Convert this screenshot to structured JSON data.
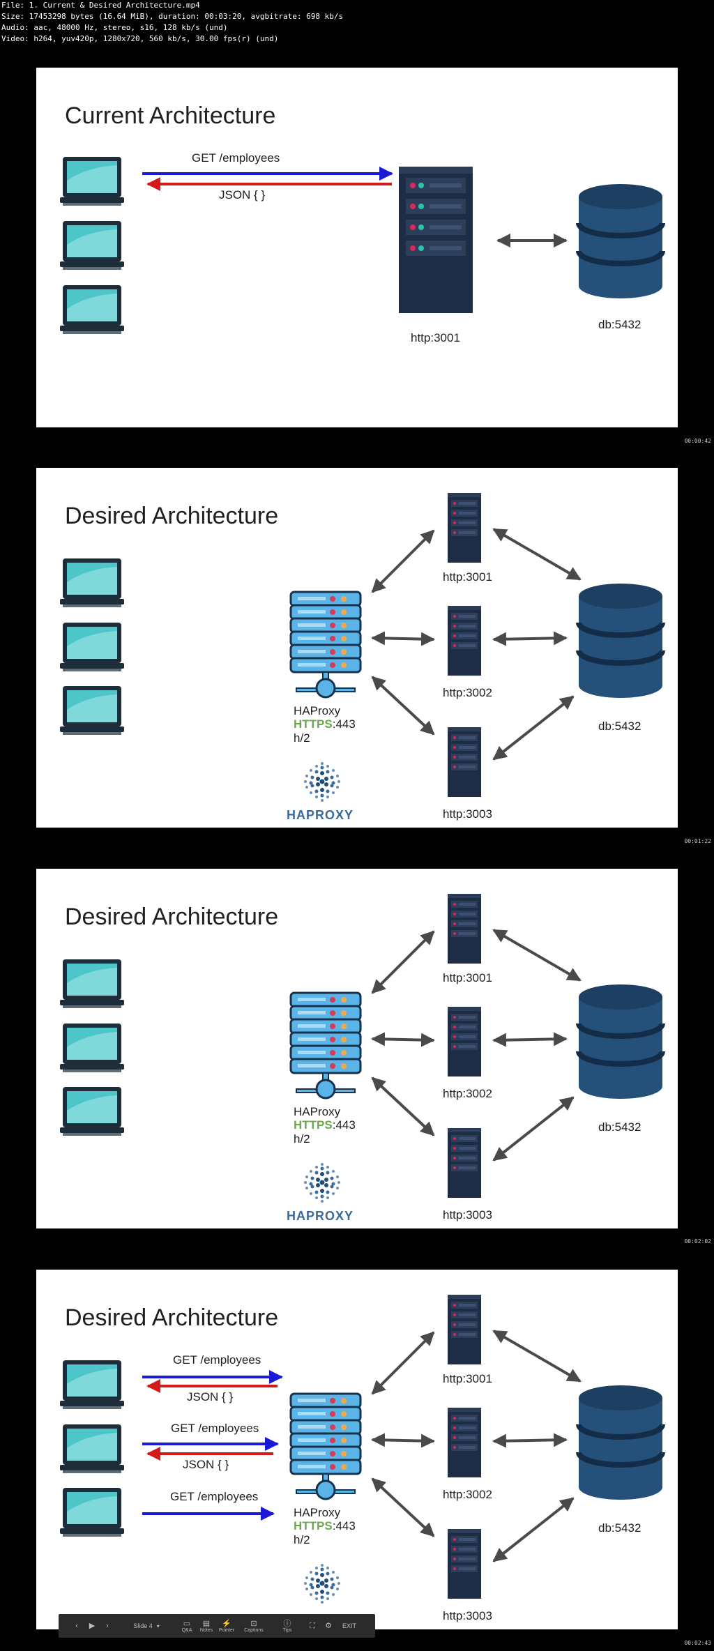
{
  "file_info": {
    "line1": "File: 1. Current & Desired Architecture.mp4",
    "line2": "Size: 17453298 bytes (16.64 MiB), duration: 00:03:20, avgbitrate: 698 kb/s",
    "line3": "Audio: aac, 48000 Hz, stereo, s16, 128 kb/s (und)",
    "line4": "Video: h264, yuv420p, 1280x720, 560 kb/s, 30.00 fps(r) (und)"
  },
  "timestamps": [
    "00:00:42",
    "00:01:22",
    "00:02:02",
    "00:02:43"
  ],
  "frame1": {
    "title": "Current Architecture",
    "request": "GET /employees",
    "response": "JSON { }",
    "server_label": "http:3001",
    "db_label": "db:5432"
  },
  "frame2": {
    "title": "Desired Architecture",
    "server1": "http:3001",
    "server2": "http:3002",
    "server3": "http:3003",
    "proxy_name": "HAProxy",
    "proxy_https": "HTTPS",
    "proxy_port": ":443",
    "proxy_proto": "h/2",
    "logo_text": "HAPROXY",
    "db_label": "db:5432"
  },
  "frame3": {
    "title": "Desired Architecture",
    "server1": "http:3001",
    "server2": "http:3002",
    "server3": "http:3003",
    "proxy_name": "HAProxy",
    "proxy_https": "HTTPS",
    "proxy_port": ":443",
    "proxy_proto": "h/2",
    "logo_text": "HAPROXY",
    "db_label": "db:5432"
  },
  "frame4": {
    "title": "Desired Architecture",
    "req1": "GET /employees",
    "res1": "JSON { }",
    "req2": "GET /employees",
    "res2": "JSON { }",
    "req3": "GET /employees",
    "server1": "http:3001",
    "server2": "http:3002",
    "server3": "http:3003",
    "proxy_name": "HAProxy",
    "proxy_https": "HTTPS",
    "proxy_port": ":443",
    "proxy_proto": "h/2",
    "db_label": "db:5432"
  },
  "toolbar": {
    "slide": "Slide 4",
    "qa": "Q&A",
    "notes": "Notes",
    "pointer": "Pointer",
    "captions": "Captions",
    "tips": "Tips",
    "exit": "EXIT"
  },
  "colors": {
    "request_arrow": "#1a1ad6",
    "response_arrow": "#d61a1a",
    "connector": "#4a4a4a",
    "server": "#1e2d45",
    "db": "#24507a",
    "proxy": "#5ab4e8",
    "https": "#6aa84f"
  }
}
